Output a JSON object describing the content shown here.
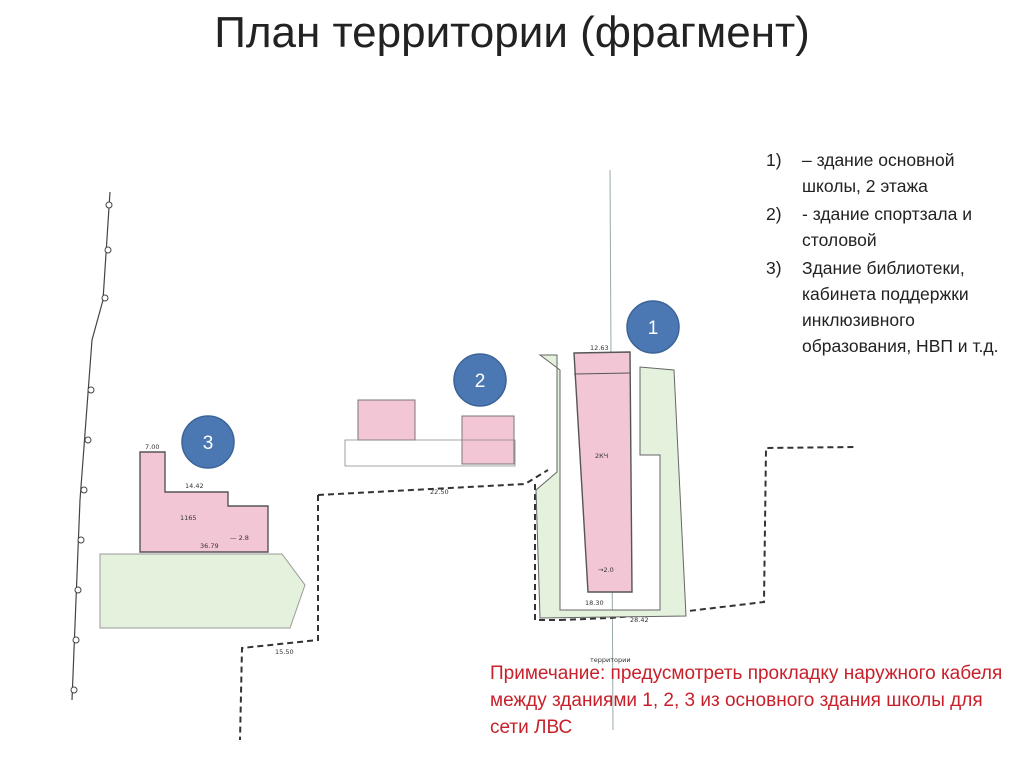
{
  "title": "План территории (фрагмент)",
  "legend": [
    {
      "num": "1)",
      "text": "– здание основной школы, 2 этажа"
    },
    {
      "num": "2)",
      "text": "- здание спортзала и столовой"
    },
    {
      "num": "3)",
      "text": "Здание библиотеки, кабинета поддержки инклюзивного образования, НВП и т.д."
    }
  ],
  "note": "Примечание: предусмотреть прокладку наружного кабеля между зданиями 1, 2, 3 из основного здания школы для сети ЛВС",
  "markers": [
    "1",
    "2",
    "3"
  ],
  "colors": {
    "building_fill": "#f3c6d6",
    "green_area": "#e3f1dd",
    "marker": "#4b78b3",
    "note": "#c8202a"
  }
}
